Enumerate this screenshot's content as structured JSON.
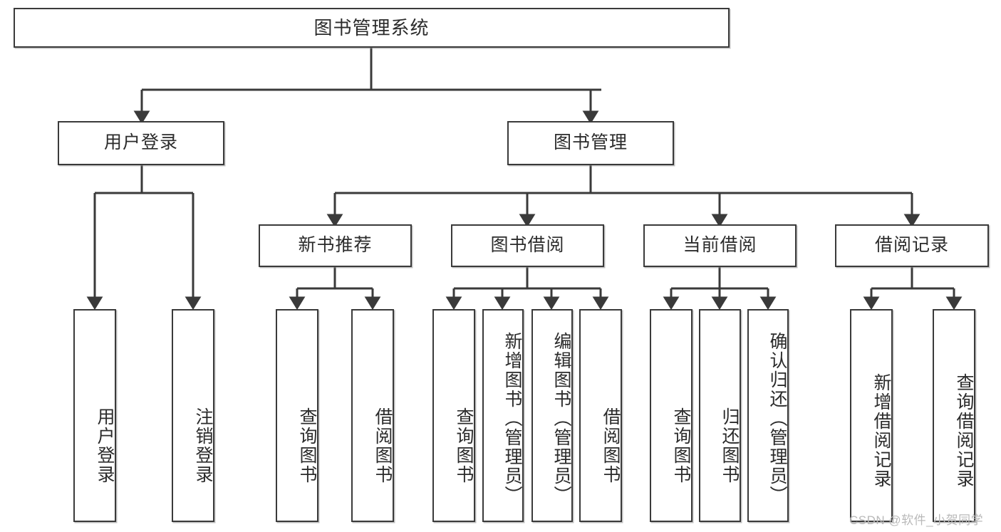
{
  "diagram": {
    "title": "图书管理系统",
    "type": "tree-hierarchy",
    "root": {
      "id": "root",
      "label": "图书管理系统"
    },
    "level2": [
      {
        "id": "user-login",
        "label": "用户登录"
      },
      {
        "id": "book-manage",
        "label": "图书管理"
      }
    ],
    "level3": [
      {
        "id": "new-book-rec",
        "label": "新书推荐"
      },
      {
        "id": "book-borrow",
        "label": "图书借阅"
      },
      {
        "id": "current-borrow",
        "label": "当前借阅"
      },
      {
        "id": "borrow-record",
        "label": "借阅记录"
      }
    ],
    "leaves": {
      "user_login": [
        {
          "id": "leaf-user-login",
          "label": "用户登录"
        },
        {
          "id": "leaf-logout",
          "label": "注销登录"
        }
      ],
      "new_book_rec": [
        {
          "id": "leaf-query-book-1",
          "label": "查询图书"
        },
        {
          "id": "leaf-borrow-book-1",
          "label": "借阅图书"
        }
      ],
      "book_borrow": [
        {
          "id": "leaf-query-book-2",
          "label": "查询图书"
        },
        {
          "id": "leaf-add-book",
          "label": "新增图书（管理员）"
        },
        {
          "id": "leaf-edit-book",
          "label": "编辑图书（管理员）"
        },
        {
          "id": "leaf-borrow-book-2",
          "label": "借阅图书"
        }
      ],
      "current_borrow": [
        {
          "id": "leaf-query-book-3",
          "label": "查询图书"
        },
        {
          "id": "leaf-return-book",
          "label": "归还图书"
        },
        {
          "id": "leaf-confirm-return",
          "label": "确认归还（管理员）"
        }
      ],
      "borrow_record": [
        {
          "id": "leaf-add-record",
          "label": "新增借阅记录"
        },
        {
          "id": "leaf-query-record",
          "label": "查询借阅记录"
        }
      ]
    }
  },
  "watermark": {
    "text": "CSDN @软件_小贺同学"
  },
  "colors": {
    "stroke": "#3a3a3a",
    "text": "#2b2b2b",
    "background": "#ffffff",
    "watermark": "#b9b9b9"
  }
}
